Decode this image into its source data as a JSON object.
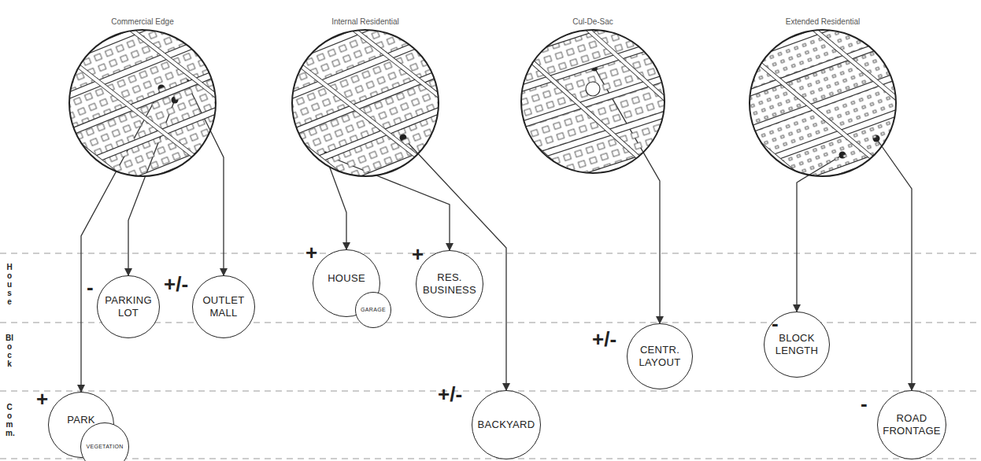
{
  "diagram": {
    "nodes": [
      {
        "text": [
          "Commercial Edge"
        ]
      },
      {
        "text": [
          "Internal Residential"
        ]
      },
      {
        "text": [
          "Cul-De-Sac"
        ]
      },
      {
        "text": [
          "Extended Residential"
        ]
      },
      {
        "text": [
          "PARKING LOT"
        ]
      },
      {
        "text": [
          "OUTLET MALL"
        ]
      },
      {
        "text": [
          "PARK"
        ]
      },
      {
        "text": [
          "VEGETATION"
        ],
        "in": 6
      },
      {
        "text": [
          "HOUSE"
        ]
      },
      {
        "text": [
          "GARAGE"
        ],
        "in": 8
      },
      {
        "text": [
          "RES. BUSINESS"
        ]
      },
      {
        "text": [
          "BACKYARD"
        ]
      },
      {
        "text": [
          "CENTR. LAYOUT"
        ]
      },
      {
        "text": [
          "BLOCK LENGTH"
        ]
      },
      {
        "text": [
          "ROAD FRONTAGE"
        ]
      }
    ],
    "edges": [
      {
        "from": 0,
        "to": 6,
        "arrow": "to"
      },
      {
        "from": 0,
        "to": 4,
        "arrow": "to"
      },
      {
        "from": 0,
        "to": 5,
        "arrow": "to"
      },
      {
        "from": 1,
        "to": 8,
        "arrow": "to"
      },
      {
        "from": 1,
        "to": 10,
        "arrow": "to"
      },
      {
        "from": 1,
        "to": 11,
        "arrow": "to"
      },
      {
        "from": 2,
        "to": 12,
        "arrow": "to"
      },
      {
        "from": 3,
        "to": 13,
        "arrow": "to"
      },
      {
        "from": 3,
        "to": 14,
        "arrow": "to"
      }
    ],
    "labels": [
      "House",
      "Block",
      "Comm.",
      "-",
      "+/-",
      "+",
      "+",
      "+",
      "+/-",
      "+/-",
      "-",
      "-"
    ]
  }
}
